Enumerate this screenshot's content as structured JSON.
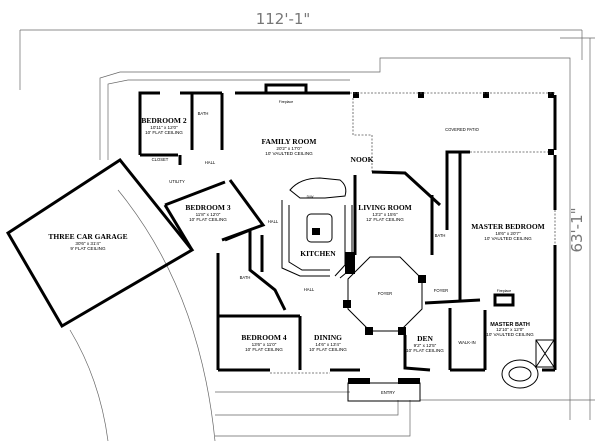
{
  "dimensions": {
    "width": "112'-1\"",
    "depth": "63'-1\""
  },
  "rooms": [
    {
      "name": "BEDROOM 2",
      "size": "10'11\" x 12'0\"",
      "ceiling": "10' FLAT CEILING"
    },
    {
      "name": "FAMILY ROOM",
      "size": "20'2\" x 17'0\"",
      "ceiling": "10' VAULTED CEILING"
    },
    {
      "name": "THREE CAR GARAGE",
      "size": "30'6\" x 31'4\"",
      "ceiling": "9' FLAT CEILING"
    },
    {
      "name": "BEDROOM 3",
      "size": "11'8\" x 12'0\"",
      "ceiling": "10' FLAT CEILING"
    },
    {
      "name": "LIVING ROOM",
      "size": "13'2\" x 15'6\"",
      "ceiling": "12' FLAT CEILING"
    },
    {
      "name": "MASTER BEDROOM",
      "size": "18'6\" x 20'7\"",
      "ceiling": "10' VAULTED CEILING"
    },
    {
      "name": "BEDROOM 4",
      "size": "13'6\" x 11'0\"",
      "ceiling": "10' FLAT CEILING"
    },
    {
      "name": "DINING",
      "size": "14'6\" x 13'4\"",
      "ceiling": "10' FLAT CEILING"
    },
    {
      "name": "DEN",
      "size": "9'2\" x 12'5\"",
      "ceiling": "10' FLAT CEILING"
    },
    {
      "name": "MASTER BATH",
      "size": "12'10\" x 12'0\"",
      "ceiling": "10' VAULTED CEILING"
    }
  ],
  "labels": {
    "kitchen": "KITCHEN",
    "nook": "NOOK",
    "covered_patio": "COVERED PATIO",
    "foyer": "FOYER",
    "foyer2": "FOYER",
    "entry": "ENTRY",
    "walk_in": "WALK-IN",
    "utility": "UTILITY",
    "hall1": "HALL",
    "hall2": "HALL",
    "hall3": "HALL",
    "bath1": "BATH",
    "bath2": "BATH",
    "bath3": "BATH",
    "closet": "CLOSET",
    "fireplace1": "Fireplace",
    "fireplace2": "Fireplace",
    "dw": "D/W"
  }
}
